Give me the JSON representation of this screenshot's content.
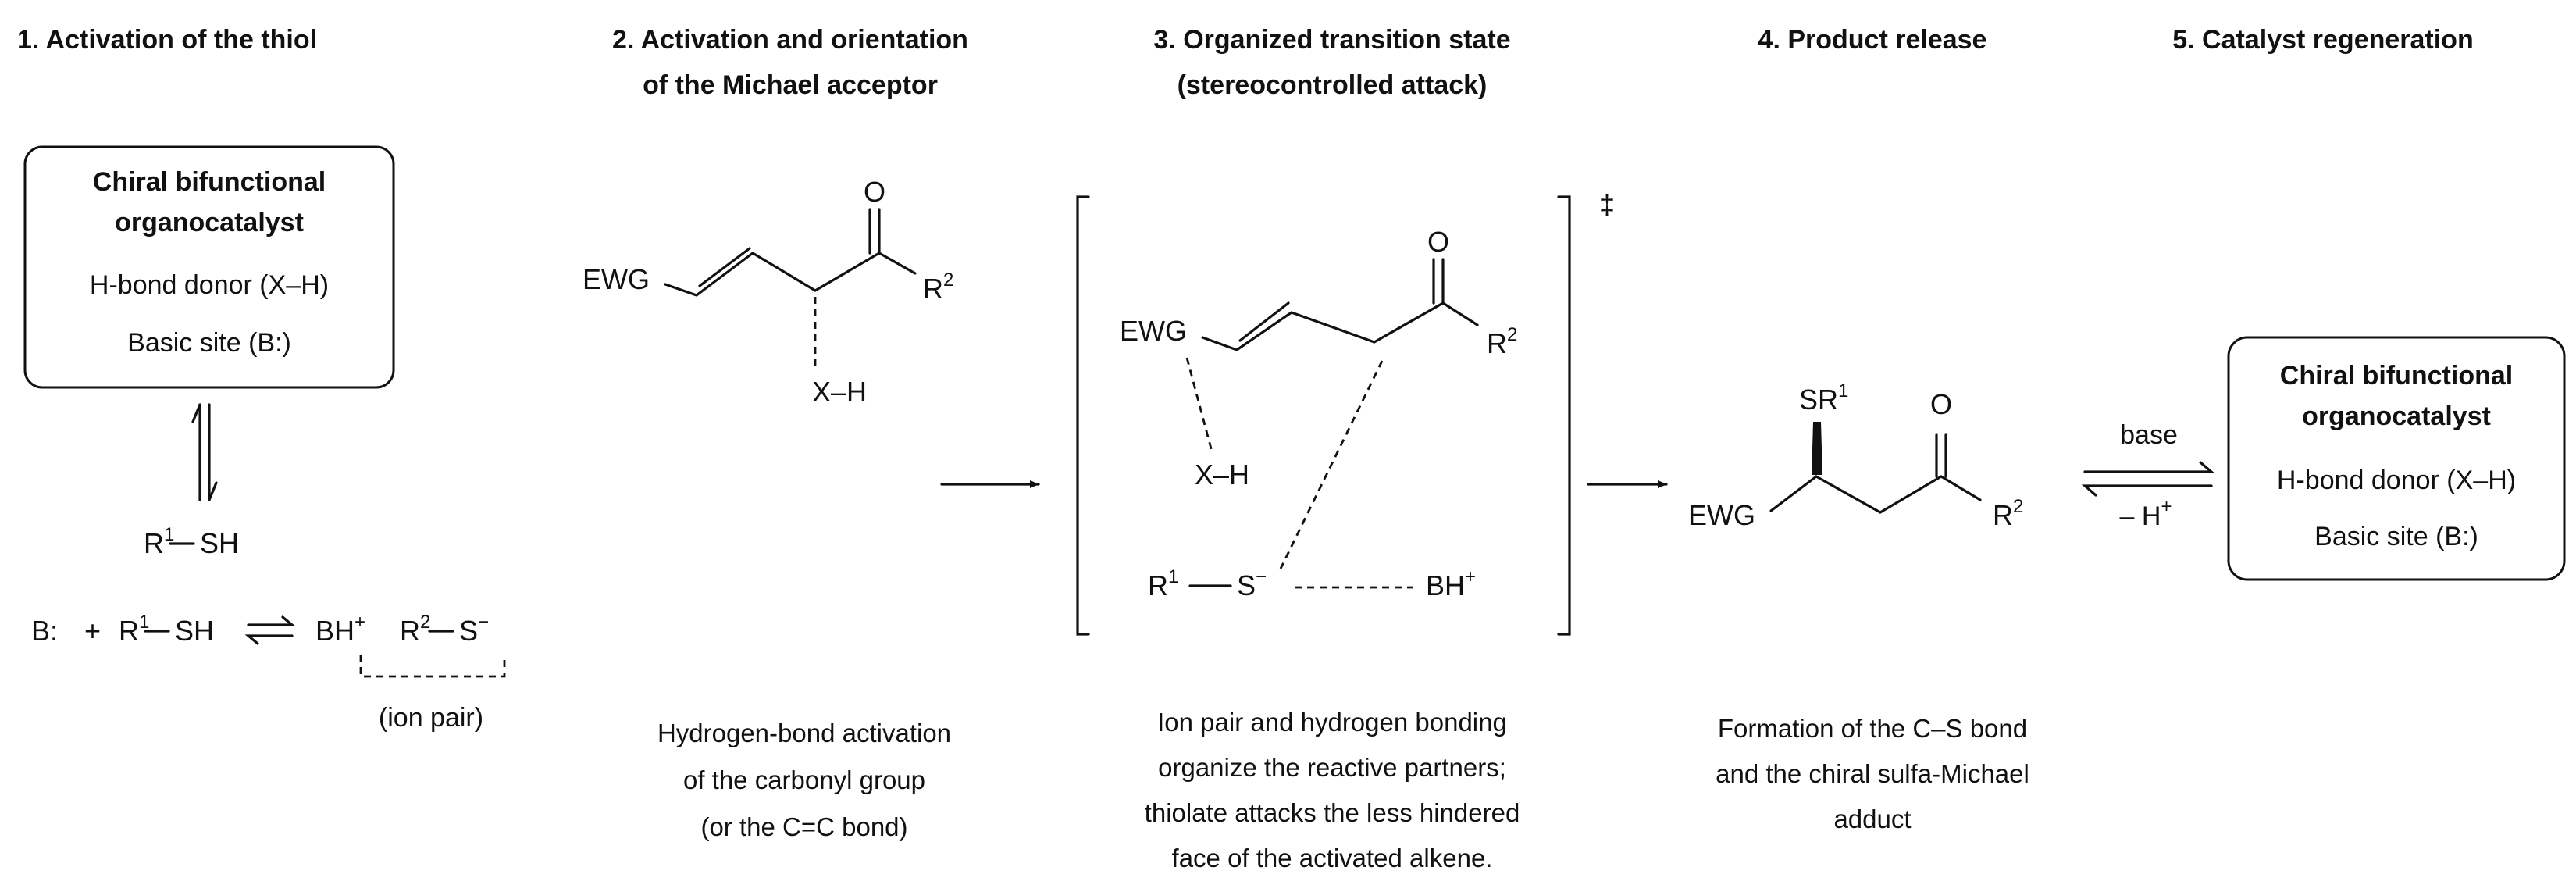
{
  "steps": [
    {
      "title": "1. Activation of the thiol"
    },
    {
      "title_line1": "2. Activation and orientation",
      "title_line2": "of the Michael acceptor"
    },
    {
      "title_line1": "3. Organized transition state",
      "title_line2": "(stereocontrolled attack)"
    },
    {
      "title": "4. Product release"
    },
    {
      "title": "5. Catalyst regeneration"
    }
  ],
  "catalyst": {
    "title_line1": "Chiral bifunctional",
    "title_line2": "organocatalyst",
    "donor": "H-bond donor (X–H)",
    "base_site": "Basic site (B:)"
  },
  "labels": {
    "R": "R",
    "one": "1",
    "two": "2",
    "SH": "SH",
    "B_colon": "B:",
    "plus": "+",
    "BH": "BH",
    "plus_sup": "+",
    "minus_sup": "−",
    "S": "S",
    "ion_pair": "(ion pair)",
    "EWG": "EWG",
    "O": "O",
    "XH": "X–H",
    "double_dagger": "‡",
    "SR": "SR",
    "base": "base",
    "minus_H": "– H"
  },
  "captions": {
    "step2": [
      "Hydrogen-bond activation",
      "of the carbonyl group",
      "(or the C=C bond)"
    ],
    "step3": [
      "Ion pair and hydrogen bonding",
      "organize the reactive partners;",
      "thiolate attacks the less hindered",
      "face of the activated alkene."
    ],
    "step4": [
      "Formation of the C–S bond",
      "and the chiral sulfa-Michael",
      "adduct"
    ]
  }
}
